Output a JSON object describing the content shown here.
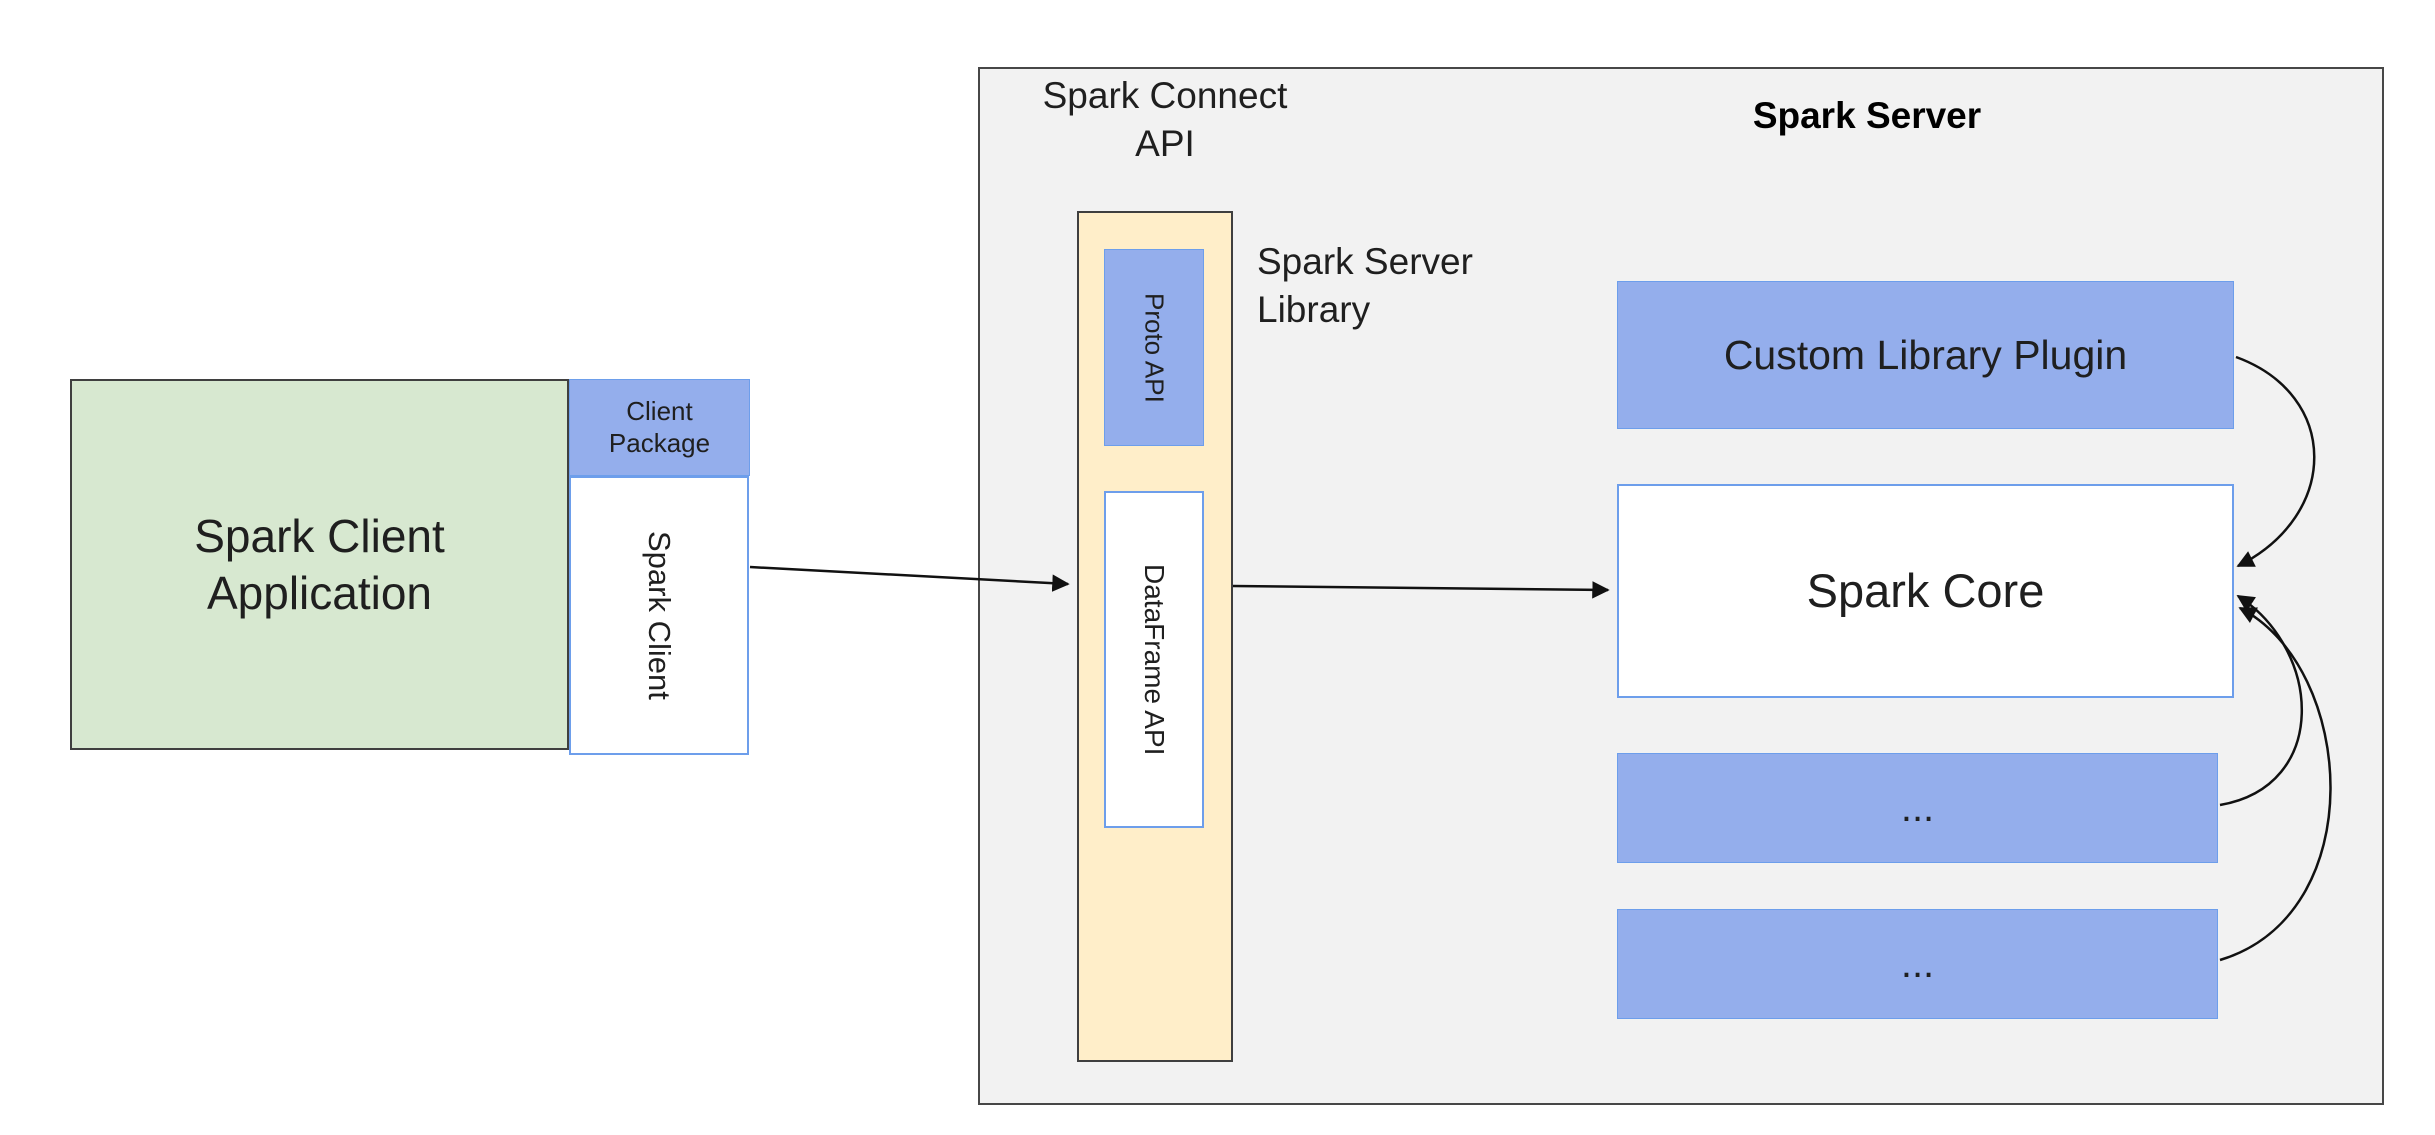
{
  "colors": {
    "blue": "#94aeec",
    "blueBorder": "#6d9eeb",
    "green": "#d7e8d0",
    "greenBorder": "#3f3f3f",
    "cream": "#ffeec9",
    "creamBorder": "#3f3f3f",
    "gray": "#f2f2f2",
    "grayBorder": "#474747",
    "ink": "#1f1f1f",
    "arrow": "#111111"
  },
  "client": {
    "application": "Spark Client\nApplication",
    "package": "Client\nPackage",
    "spark_client": "Spark Client"
  },
  "connect_api": {
    "title": "Spark Connect\nAPI",
    "proto": "Proto  API",
    "dataframe": "DataFrame API",
    "library": "Spark Server\nLibrary"
  },
  "server": {
    "title": "Spark Server",
    "plugin": "Custom Library Plugin",
    "core": "Spark Core",
    "more_top": "...",
    "more_bottom": "..."
  }
}
